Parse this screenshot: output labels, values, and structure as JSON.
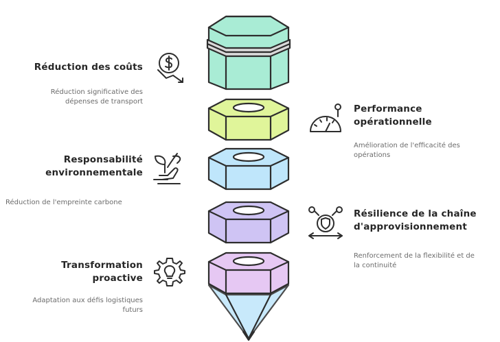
{
  "items": [
    {
      "title_lines": [
        "Réduction des coûts"
      ],
      "description_lines": [
        "Réduction significative des",
        "dépenses de transport"
      ],
      "icon": "dollar-down-icon",
      "side": "left"
    },
    {
      "title_lines": [
        "Performance",
        "opérationnelle"
      ],
      "description_lines": [
        "Amélioration de l'efficacité des",
        "opérations"
      ],
      "icon": "speedometer-icon",
      "side": "right"
    },
    {
      "title_lines": [
        "Responsabilité",
        "environnementale"
      ],
      "description_lines": [
        "Réduction de l'empreinte carbone"
      ],
      "icon": "leaf-hand-icon",
      "side": "left"
    },
    {
      "title_lines": [
        "Résilience de la chaîne",
        "d'approvisionnement"
      ],
      "description_lines": [
        "Renforcement de la flexibilité et de",
        "la continuité"
      ],
      "icon": "shield-network-icon",
      "side": "right"
    },
    {
      "title_lines": [
        "Transformation",
        "proactive"
      ],
      "description_lines": [
        "Adaptation aux défis logistiques",
        "futurs"
      ],
      "icon": "lightbulb-gear-icon",
      "side": "left"
    }
  ],
  "colors": {
    "eraser": "#a9ecd5",
    "segment1": "#e0f59a",
    "segment2": "#bfe6fb",
    "segment3": "#cfc4f4",
    "segment4": "#e6c8f3",
    "outline": "#2d2d2d"
  }
}
